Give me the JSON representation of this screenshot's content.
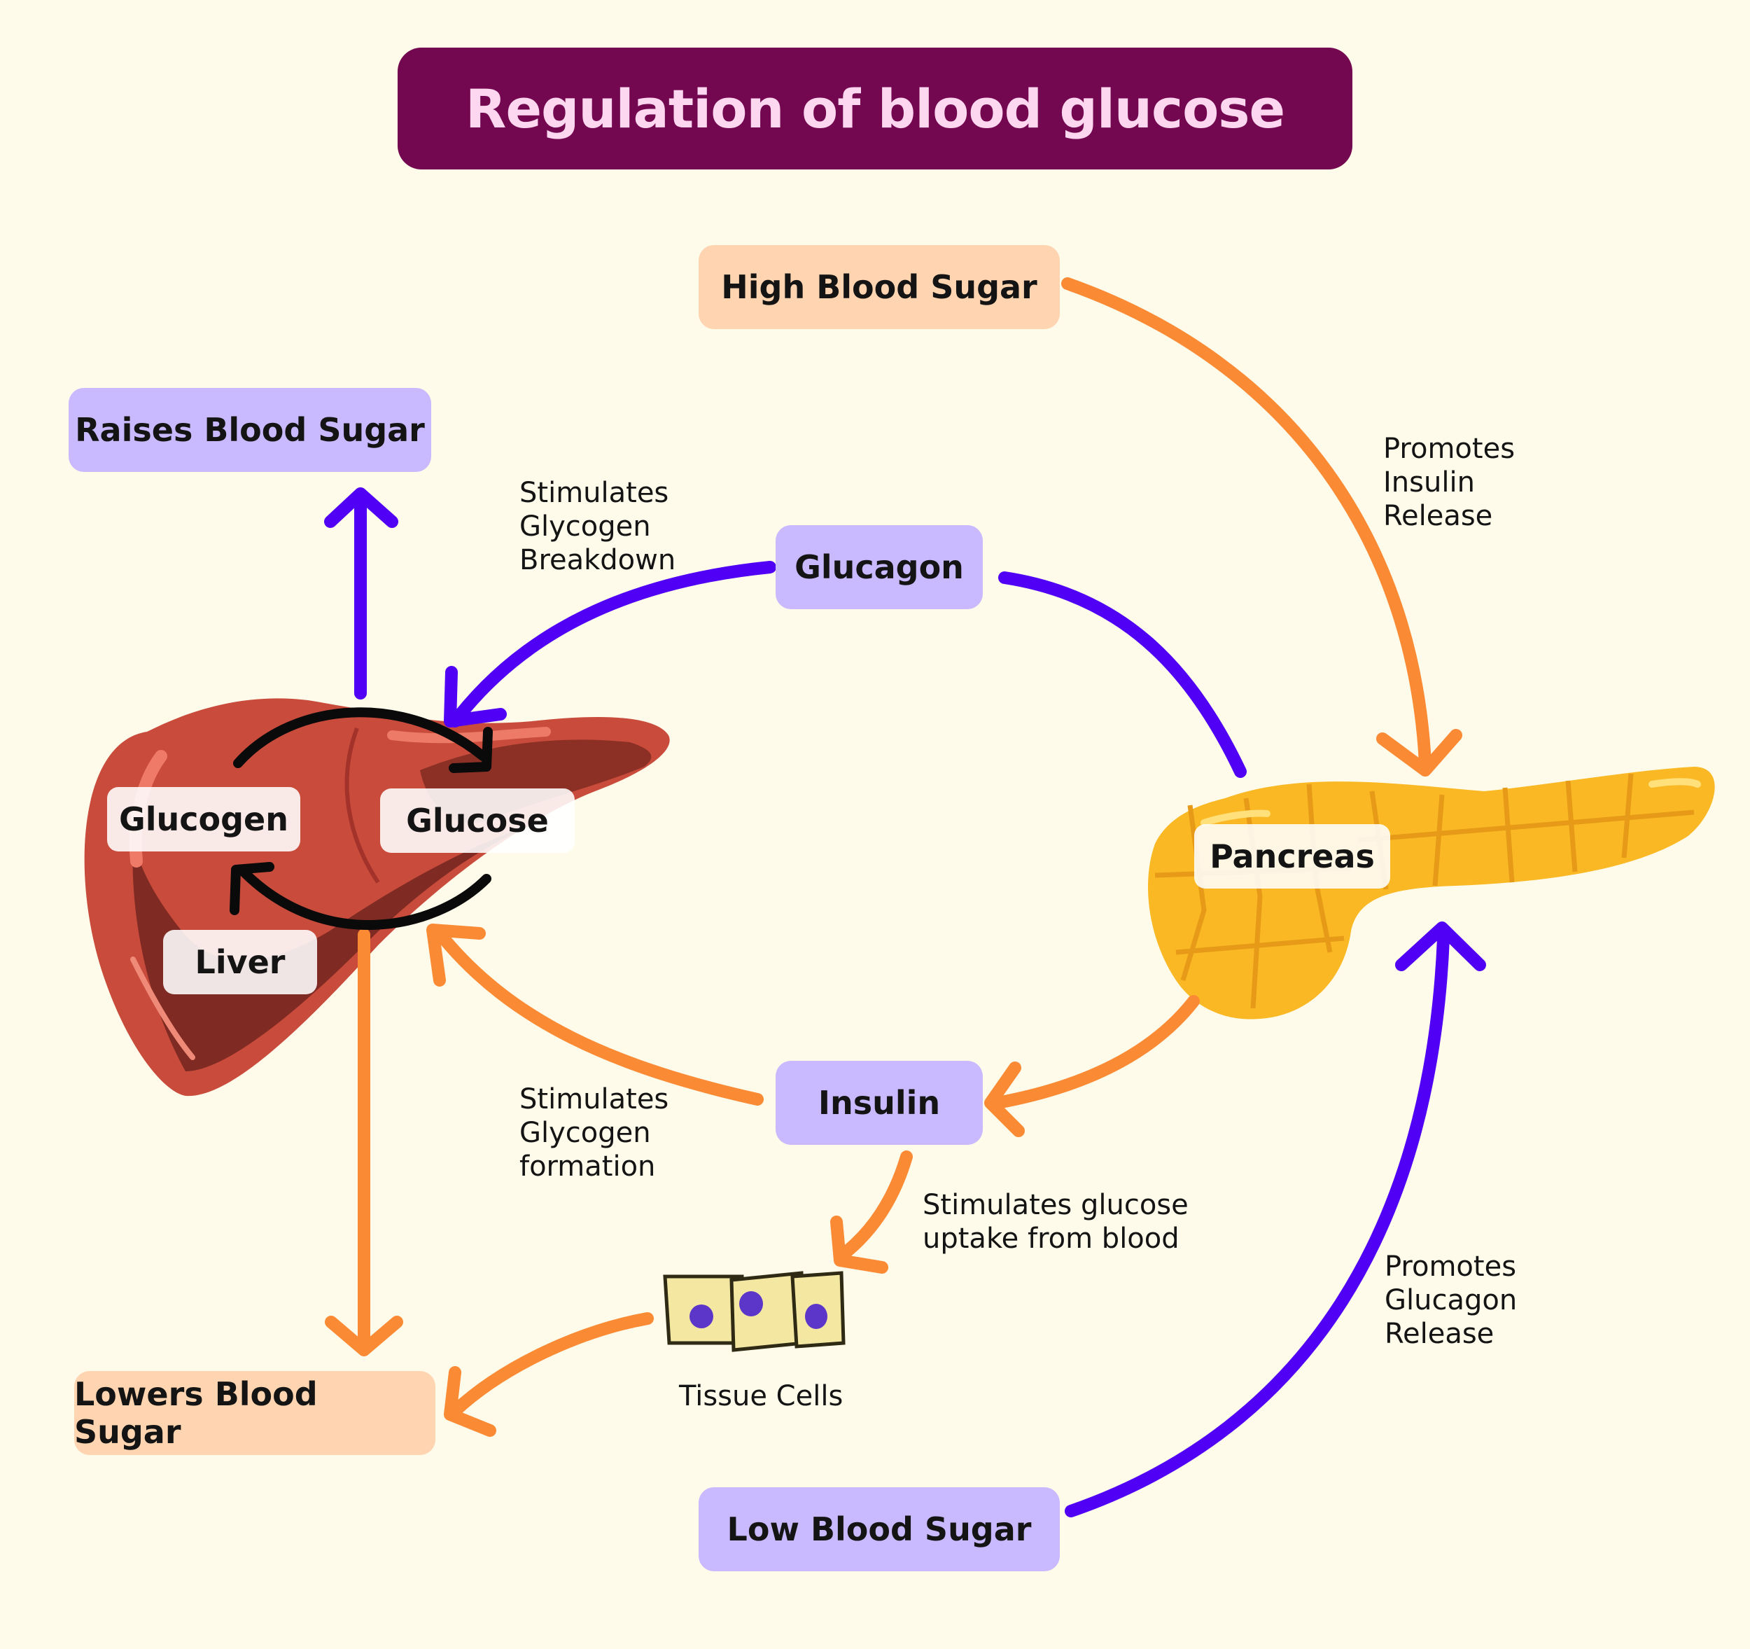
{
  "title": "Regulation of blood glucose",
  "nodes": {
    "high_blood_sugar": "High Blood Sugar",
    "low_blood_sugar": "Low Blood Sugar",
    "raises_blood_sugar": "Raises Blood Sugar",
    "lowers_blood_sugar": "Lowers Blood Sugar",
    "glucagon": "Glucagon",
    "insulin": "Insulin",
    "pancreas": "Pancreas",
    "liver": "Liver",
    "glucogen": "Glucogen",
    "glucose": "Glucose",
    "tissue_cells": "Tissue Cells"
  },
  "annotations": {
    "promotes_insulin": "Promotes\nInsulin\nRelease",
    "promotes_glucagon": "Promotes\nGlucagon\nRelease",
    "glycogen_breakdown": "Stimulates\nGlycogen\nBreakdown",
    "glycogen_formation": "Stimulates\nGlycogen\nformation",
    "glucose_uptake": "Stimulates glucose\nuptake from blood"
  },
  "colors": {
    "background": "#fffbea",
    "title_bg": "#730850",
    "title_text": "#fcd7ef",
    "orange_arrow": "#fb8a34",
    "purple_arrow": "#5000f5",
    "black_arrow": "#0a0a0a",
    "peach_box": "#fed5b0",
    "lavender_box": "#c9baff",
    "liver": "#c94b3c",
    "pancreas": "#f9b824"
  }
}
